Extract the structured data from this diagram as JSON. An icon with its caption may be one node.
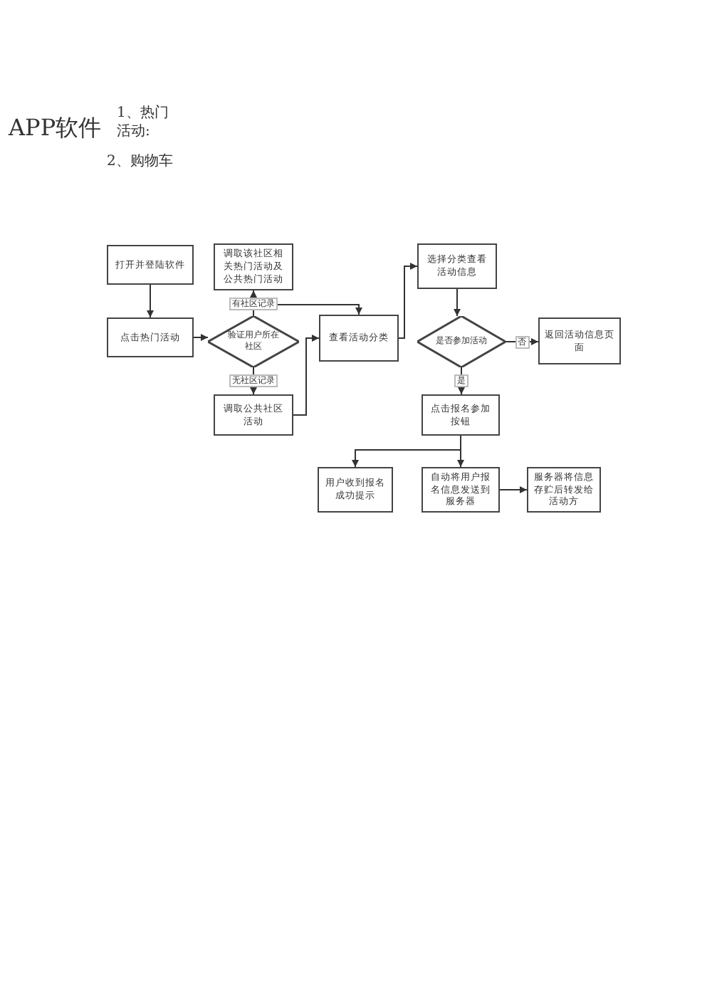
{
  "diagram": {
    "title": "APP软件",
    "nodes": [
      {
        "text": [
          "打开并登陆软件"
        ]
      },
      {
        "text": [
          "点击热门活动"
        ]
      },
      {
        "text": [
          "调取该社区相关热门活动及公共热门活动"
        ]
      },
      {
        "text": [
          "验证用户所在社区"
        ]
      },
      {
        "text": [
          "调取公共社区活动"
        ]
      },
      {
        "text": [
          "查看活动分类"
        ]
      },
      {
        "text": [
          "选择分类查看活动信息"
        ]
      },
      {
        "text": [
          "是否参加活动"
        ]
      },
      {
        "text": [
          "返回活动信息页面"
        ]
      },
      {
        "text": [
          "点击报名参加按钮"
        ]
      },
      {
        "text": [
          "用户收到报名成功提示"
        ]
      },
      {
        "text": [
          "自动将用户报名信息发送到服务器"
        ]
      },
      {
        "text": [
          "服务器将信息存贮后转发给活动方"
        ]
      }
    ],
    "edges": [
      {
        "from": 0,
        "to": 1,
        "arrow": "to"
      },
      {
        "from": 1,
        "to": 3,
        "arrow": "to"
      },
      {
        "from": 3,
        "to": 2,
        "arrow": "to",
        "label": "有社区记录"
      },
      {
        "from": 3,
        "to": 4,
        "arrow": "to",
        "label": "无社区记录"
      },
      {
        "from": 2,
        "to": 5,
        "arrow": "to"
      },
      {
        "from": 4,
        "to": 5,
        "arrow": "to"
      },
      {
        "from": 5,
        "to": 6,
        "arrow": "to"
      },
      {
        "from": 6,
        "to": 7,
        "arrow": "to"
      },
      {
        "from": 7,
        "to": 8,
        "arrow": "to",
        "label": "否"
      },
      {
        "from": 7,
        "to": 9,
        "arrow": "to",
        "label": "是"
      },
      {
        "from": 9,
        "to": 10,
        "arrow": "to"
      },
      {
        "from": 9,
        "to": 11,
        "arrow": "to"
      },
      {
        "from": 11,
        "to": 12,
        "arrow": "to"
      }
    ],
    "labels": [
      "1、热门活动:",
      "2、购物车"
    ]
  }
}
